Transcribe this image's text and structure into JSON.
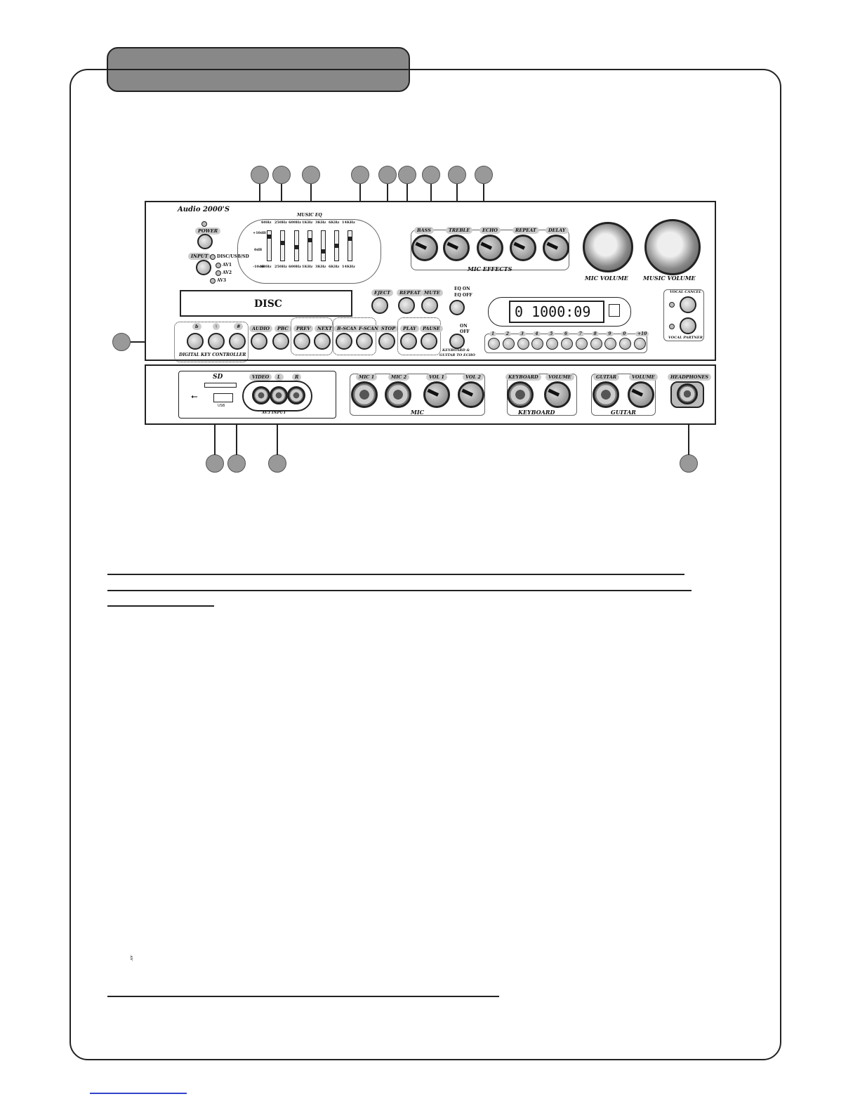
{
  "brand": {
    "logo_text": "Audio 2000'S"
  },
  "panel": {
    "music_eq_label": "MUSIC EQ",
    "eq_bands_top": [
      "60Hz",
      "250Hz",
      "600Hz",
      "1KHz",
      "3KHz",
      "6KHz",
      "14KHz"
    ],
    "eq_bands_bottom": [
      "60Hz",
      "250Hz",
      "600Hz",
      "1KHz",
      "3KHz",
      "6KHz",
      "14KHz"
    ],
    "eq_db_top": "+10dB",
    "eq_db_mid": "0dB",
    "eq_db_bottom": "-10dB",
    "power_label": "POWER",
    "input_label": "INPUT",
    "input_options": [
      "DISC/USB/SD",
      "AV1",
      "AV2",
      "AV3"
    ],
    "disc_label": "DISC",
    "digital_key_label": "DIGITAL KEY CONTROLLER",
    "key_symbols": [
      "b",
      "♮",
      "#"
    ],
    "audio_label": "AUDIO",
    "pbc_label": "PBC",
    "prev_label": "PREV",
    "next_label": "NEXT",
    "bscan_label": "B-SCAN",
    "fscan_label": "F-SCAN",
    "stop_label": "STOP",
    "eject_label": "EJECT",
    "repeat_label": "REPEAT",
    "mute_label": "MUTE",
    "eq_on_label": "EQ ON",
    "eq_off_label": "EQ OFF",
    "play_label": "PLAY",
    "pause_label": "PAUSE",
    "on_label": "ON",
    "off_label": "OFF",
    "kb_echo_label_1": "KEYBOARD &",
    "kb_echo_label_2": "GUITAR TO ECHO",
    "mic_effects_label": "MIC EFFECTS",
    "effects": [
      "BASS",
      "TREBLE",
      "ECHO",
      "REPEAT",
      "DELAY"
    ],
    "mic_volume_label": "MIC VOLUME",
    "music_volume_label": "MUSIC VOLUME",
    "display_readout": "0 1000:09",
    "number_keys": [
      "1",
      "2",
      "3",
      "4",
      "5",
      "6",
      "7",
      "8",
      "9",
      "0",
      "+10"
    ],
    "vocal_cancel_label": "VOCAL CANCEL",
    "vocal_partner_label": "VOCAL PARTNER",
    "sd_label": "SD",
    "usb_label": "USB",
    "av3_labels": [
      "VIDEO",
      "L",
      "R"
    ],
    "av3_input_label": "AV3 INPUT",
    "mic_jacks": [
      "MIC 1",
      "MIC 2"
    ],
    "mic_vols": [
      "VOL 1",
      "VOL 2"
    ],
    "mic_group_label": "MIC",
    "keyboard_jack_label": "KEYBOARD",
    "keyboard_vol_label": "VOLUME",
    "keyboard_group_label": "KEYBOARD",
    "guitar_jack_label": "GUITAR",
    "guitar_vol_label": "VOLUME",
    "guitar_group_label": "GUITAR",
    "headphones_label": "HEADPHONES"
  },
  "footnote_symbol": "♮"
}
